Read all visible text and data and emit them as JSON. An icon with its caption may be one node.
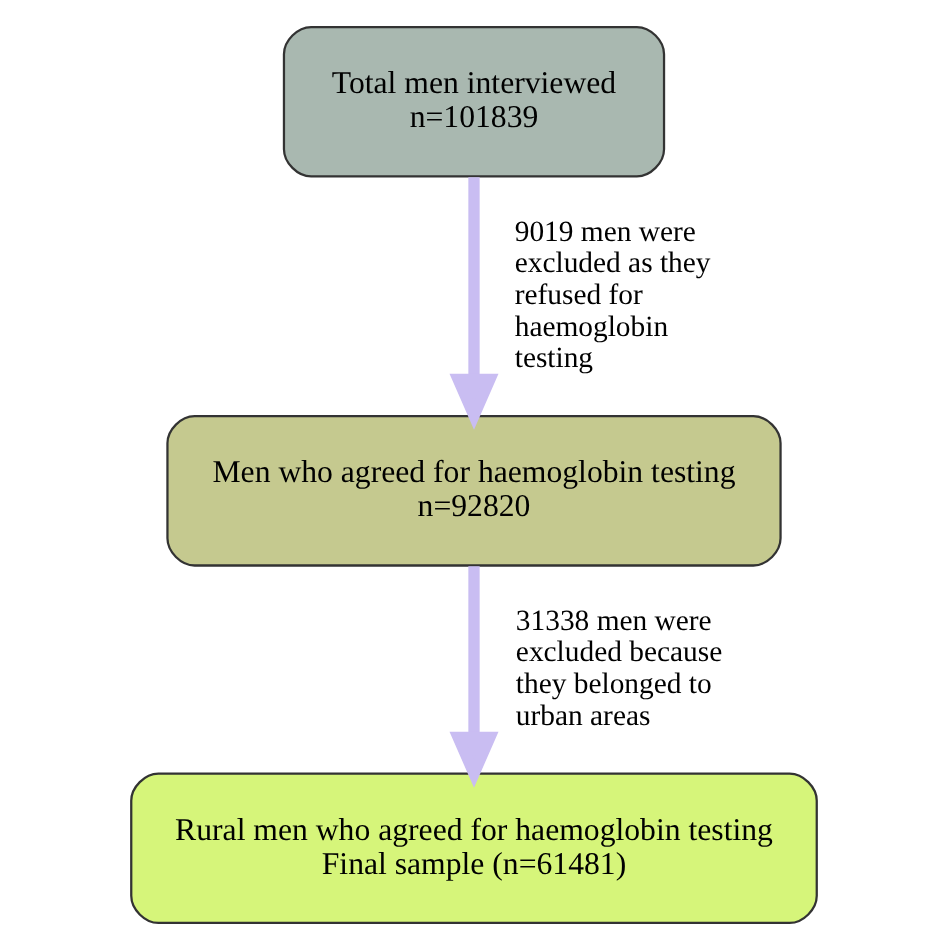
{
  "diagram": {
    "nodes": [
      {
        "text": [
          "Total men interviewed",
          "n=101839"
        ]
      },
      {
        "text": [
          "Men who agreed for haemoglobin testing",
          "n=92820"
        ]
      },
      {
        "text": [
          "Rural men who agreed for haemoglobin testing",
          "Final sample (n=61481)"
        ]
      }
    ],
    "edges": [
      {
        "from": 0,
        "to": 1,
        "arrow": "to",
        "label": "9019 men were excluded as they refused for haemoglobin testing"
      },
      {
        "from": 1,
        "to": 2,
        "arrow": "to",
        "label": "31338 men were excluded because they belonged to urban areas"
      }
    ]
  }
}
